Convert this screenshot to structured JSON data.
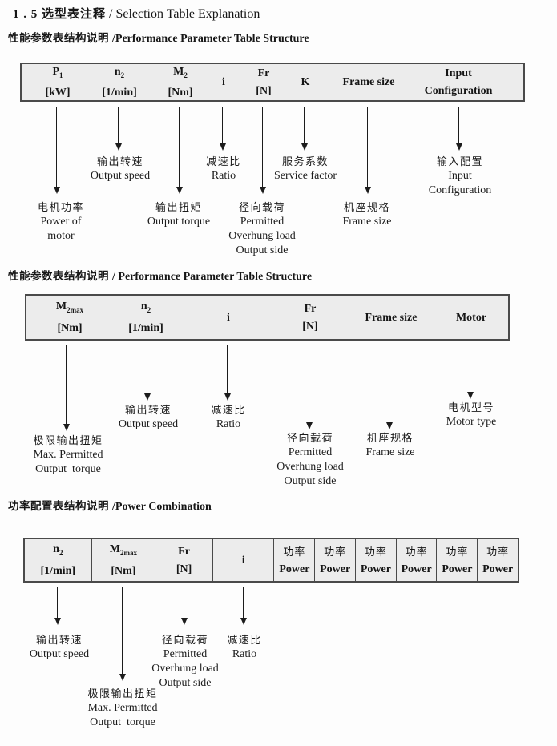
{
  "colors": {
    "table_fill": "#ececec",
    "table_border": "#4a4a4a",
    "text": "#161616"
  },
  "title": {
    "zh": "1 . 5 选型表注释",
    "en": "/ Selection Table Explanation"
  },
  "sections": [
    {
      "heading_zh": "性能参数表结构说明",
      "heading_en": "/Performance Parameter Table Structure",
      "table": {
        "cols": [
          {
            "base": "P",
            "sub": "1",
            "unit": "[kW]"
          },
          {
            "base": "n",
            "sub": "2",
            "unit": "[1/min]"
          },
          {
            "base": "M",
            "sub": "2",
            "unit": "[Nm]"
          },
          {
            "base": "i"
          },
          {
            "base": "Fr",
            "unit": "[N]"
          },
          {
            "base": "K"
          },
          {
            "base": "Frame size"
          },
          {
            "line1": "Input",
            "line2": "Configuration"
          }
        ]
      },
      "labels": [
        {
          "zh": "输出转速",
          "en": "Output speed"
        },
        {
          "zh": "减速比",
          "en": "Ratio"
        },
        {
          "zh": "服务系数",
          "en": "Service factor"
        },
        {
          "zh": "输入配置",
          "en": "Input",
          "en2": "Configuration"
        },
        {
          "zh": "电机功率",
          "en": "Power of",
          "en2": "motor"
        },
        {
          "zh": "输出扭矩",
          "en": "Output torque"
        },
        {
          "zh": "径向载荷",
          "en": "Permitted",
          "en2": "Overhung load",
          "en3": "Output side"
        },
        {
          "zh": "机座规格",
          "en": "Frame size"
        }
      ]
    },
    {
      "heading_zh": "性能参数表结构说明",
      "heading_en": "/ Performance Parameter Table Structure",
      "table": {
        "cols": [
          {
            "base": "M",
            "sub": "2max",
            "unit": "[Nm]"
          },
          {
            "base": "n",
            "sub": "2",
            "unit": "[1/min]"
          },
          {
            "base": "i"
          },
          {
            "base": "Fr",
            "unit": "[N]"
          },
          {
            "base": "Frame size"
          },
          {
            "base": "Motor"
          }
        ]
      },
      "labels": [
        {
          "zh": "极限输出扭矩",
          "en": "Max. Permitted",
          "en2": "Output  torque"
        },
        {
          "zh": "输出转速",
          "en": "Output speed"
        },
        {
          "zh": "减速比",
          "en": "Ratio"
        },
        {
          "zh": "径向载荷",
          "en": "Permitted",
          "en2": "Overhung load",
          "en3": "Output side"
        },
        {
          "zh": "机座规格",
          "en": "Frame size"
        },
        {
          "zh": "电机型号",
          "en": "Motor type"
        }
      ]
    },
    {
      "heading_zh": "功率配置表结构说明",
      "heading_en": "/Power Combination",
      "table": {
        "cols": [
          {
            "base": "n",
            "sub": "2",
            "unit": "[1/min]"
          },
          {
            "base": "M",
            "sub": "2max",
            "unit": "[Nm]"
          },
          {
            "base": "Fr",
            "unit": "[N]"
          },
          {
            "base": "i"
          }
        ],
        "power": {
          "zh": "功率",
          "en": "Power"
        }
      },
      "labels": [
        {
          "zh": "输出转速",
          "en": "Output speed"
        },
        {
          "zh": "极限输出扭矩",
          "en": "Max. Permitted",
          "en2": "Output  torque"
        },
        {
          "zh": "径向载荷",
          "en": "Permitted",
          "en2": "Overhung load",
          "en3": "Output side"
        },
        {
          "zh": "减速比",
          "en": "Ratio"
        }
      ]
    }
  ]
}
